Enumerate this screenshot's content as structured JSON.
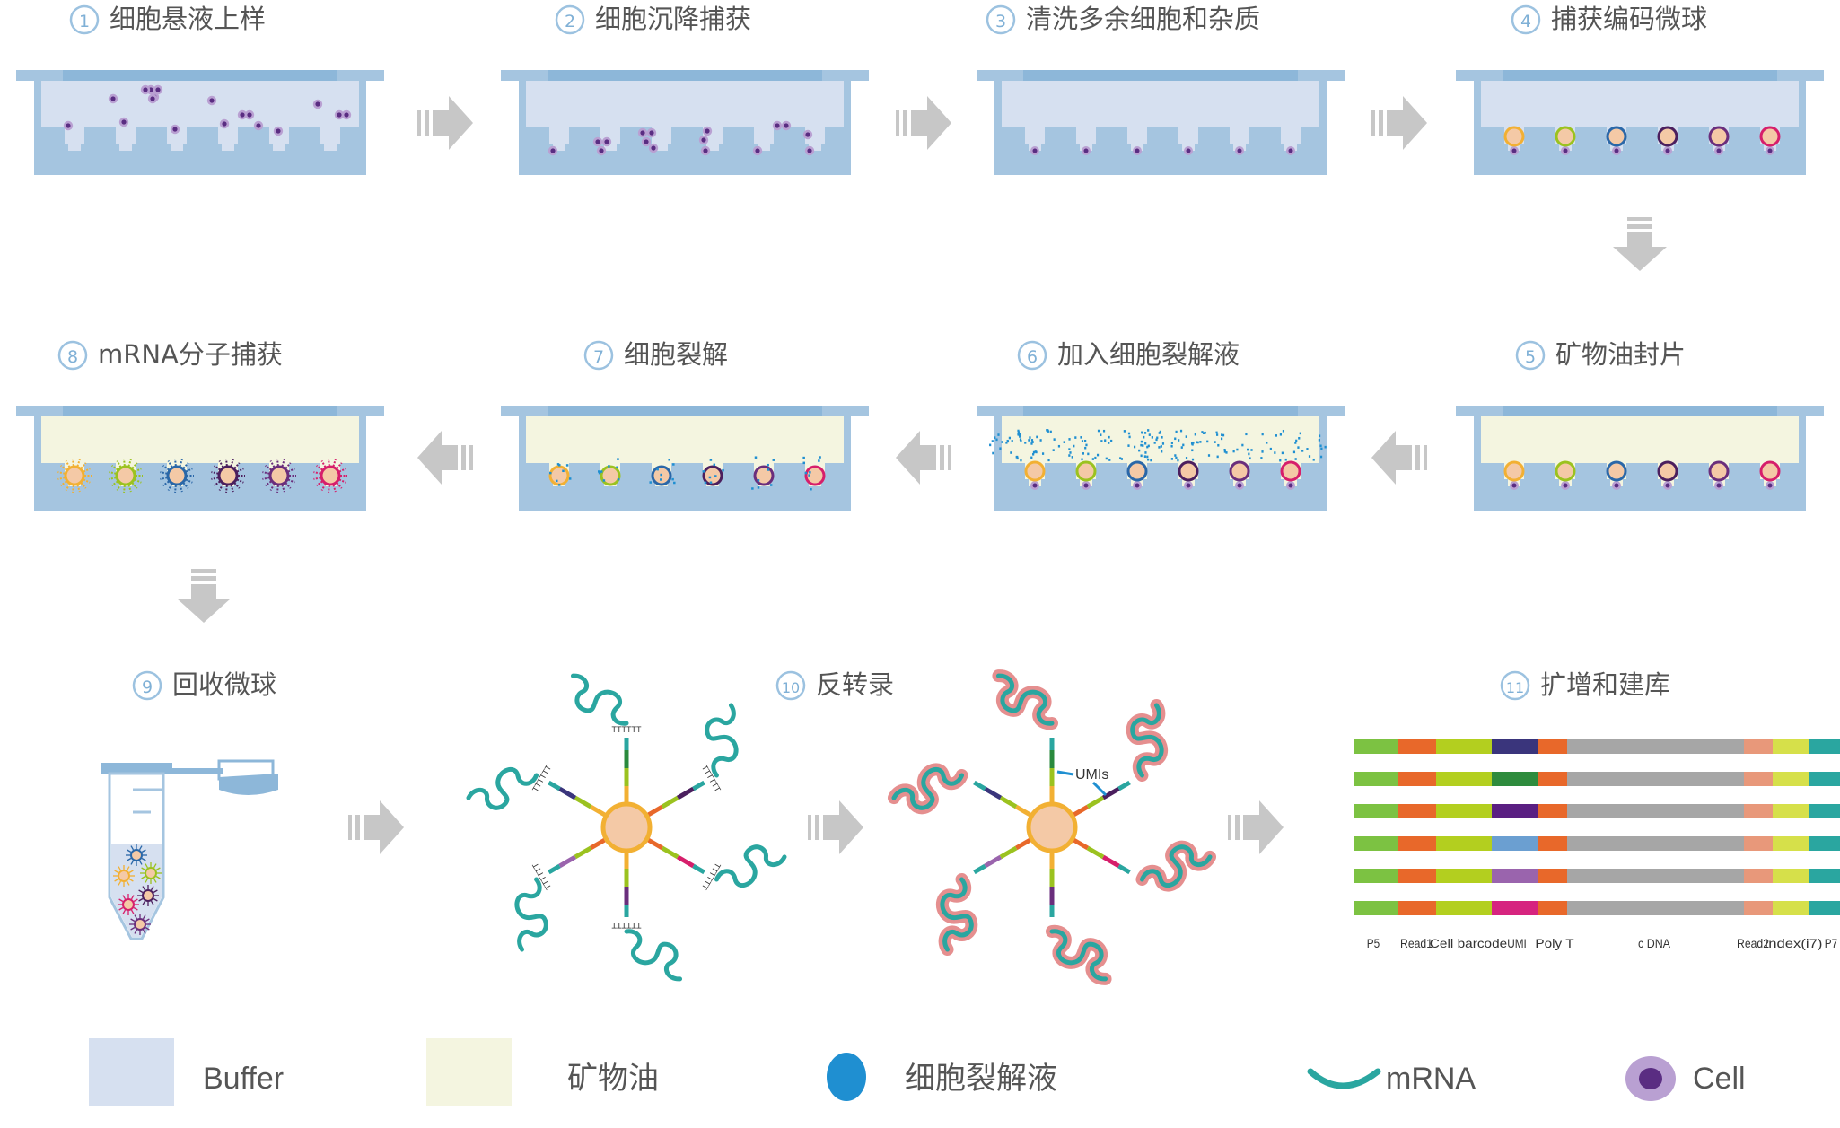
{
  "steps": [
    {
      "num": "1",
      "label": "细胞悬液上样"
    },
    {
      "num": "2",
      "label": "细胞沉降捕获"
    },
    {
      "num": "3",
      "label": "清洗多余细胞和杂质"
    },
    {
      "num": "4",
      "label": "捕获编码微球"
    },
    {
      "num": "5",
      "label": "矿物油封片"
    },
    {
      "num": "6",
      "label": "加入细胞裂解液"
    },
    {
      "num": "7",
      "label": "细胞裂解"
    },
    {
      "num": "8",
      "label": "mRNA分子捕获"
    },
    {
      "num": "9",
      "label": "回收微球"
    },
    {
      "num": "10",
      "label": "反转录"
    },
    {
      "num": "11",
      "label": "扩增和建库"
    }
  ],
  "umi_label": "UMIs",
  "probe_text": "TTTTTT",
  "library": {
    "segment_labels": [
      "P5",
      "Read1",
      "Cell barcode",
      "UMI",
      "Poly T",
      "c DNA",
      "Read2",
      "Index(i7)",
      "P7"
    ],
    "umi_colors": [
      "#3a357c",
      "#2e8b3d",
      "#5a1f82",
      "#6b9fd1",
      "#9a64ad",
      "#d6247f"
    ]
  },
  "legend": [
    {
      "label": "Buffer",
      "kind": "buffer-swatch"
    },
    {
      "label": "矿物油",
      "kind": "oil-swatch"
    },
    {
      "label": "细胞裂解液",
      "kind": "lysis-drop"
    },
    {
      "label": "mRNA",
      "kind": "mrna-strand"
    },
    {
      "label": "Cell",
      "kind": "cell-icon"
    }
  ],
  "colors": {
    "buffer": "#d6e0f0",
    "well": "#a5c5e0",
    "oil": "#f4f5e0",
    "arrow": "#c7c7c7",
    "cell": "#b9a0d2",
    "nucleus": "#5a2d82",
    "mrna": "#2aa6a0",
    "lysis": "#1f8fd1",
    "bead_core": "#f4c9a6",
    "bead_ring": "#f2b033"
  },
  "bead_colors": [
    "#f2b033",
    "#9bc21f",
    "#2a67a8",
    "#4b1f5e",
    "#6a2e7c",
    "#d61f6b"
  ]
}
